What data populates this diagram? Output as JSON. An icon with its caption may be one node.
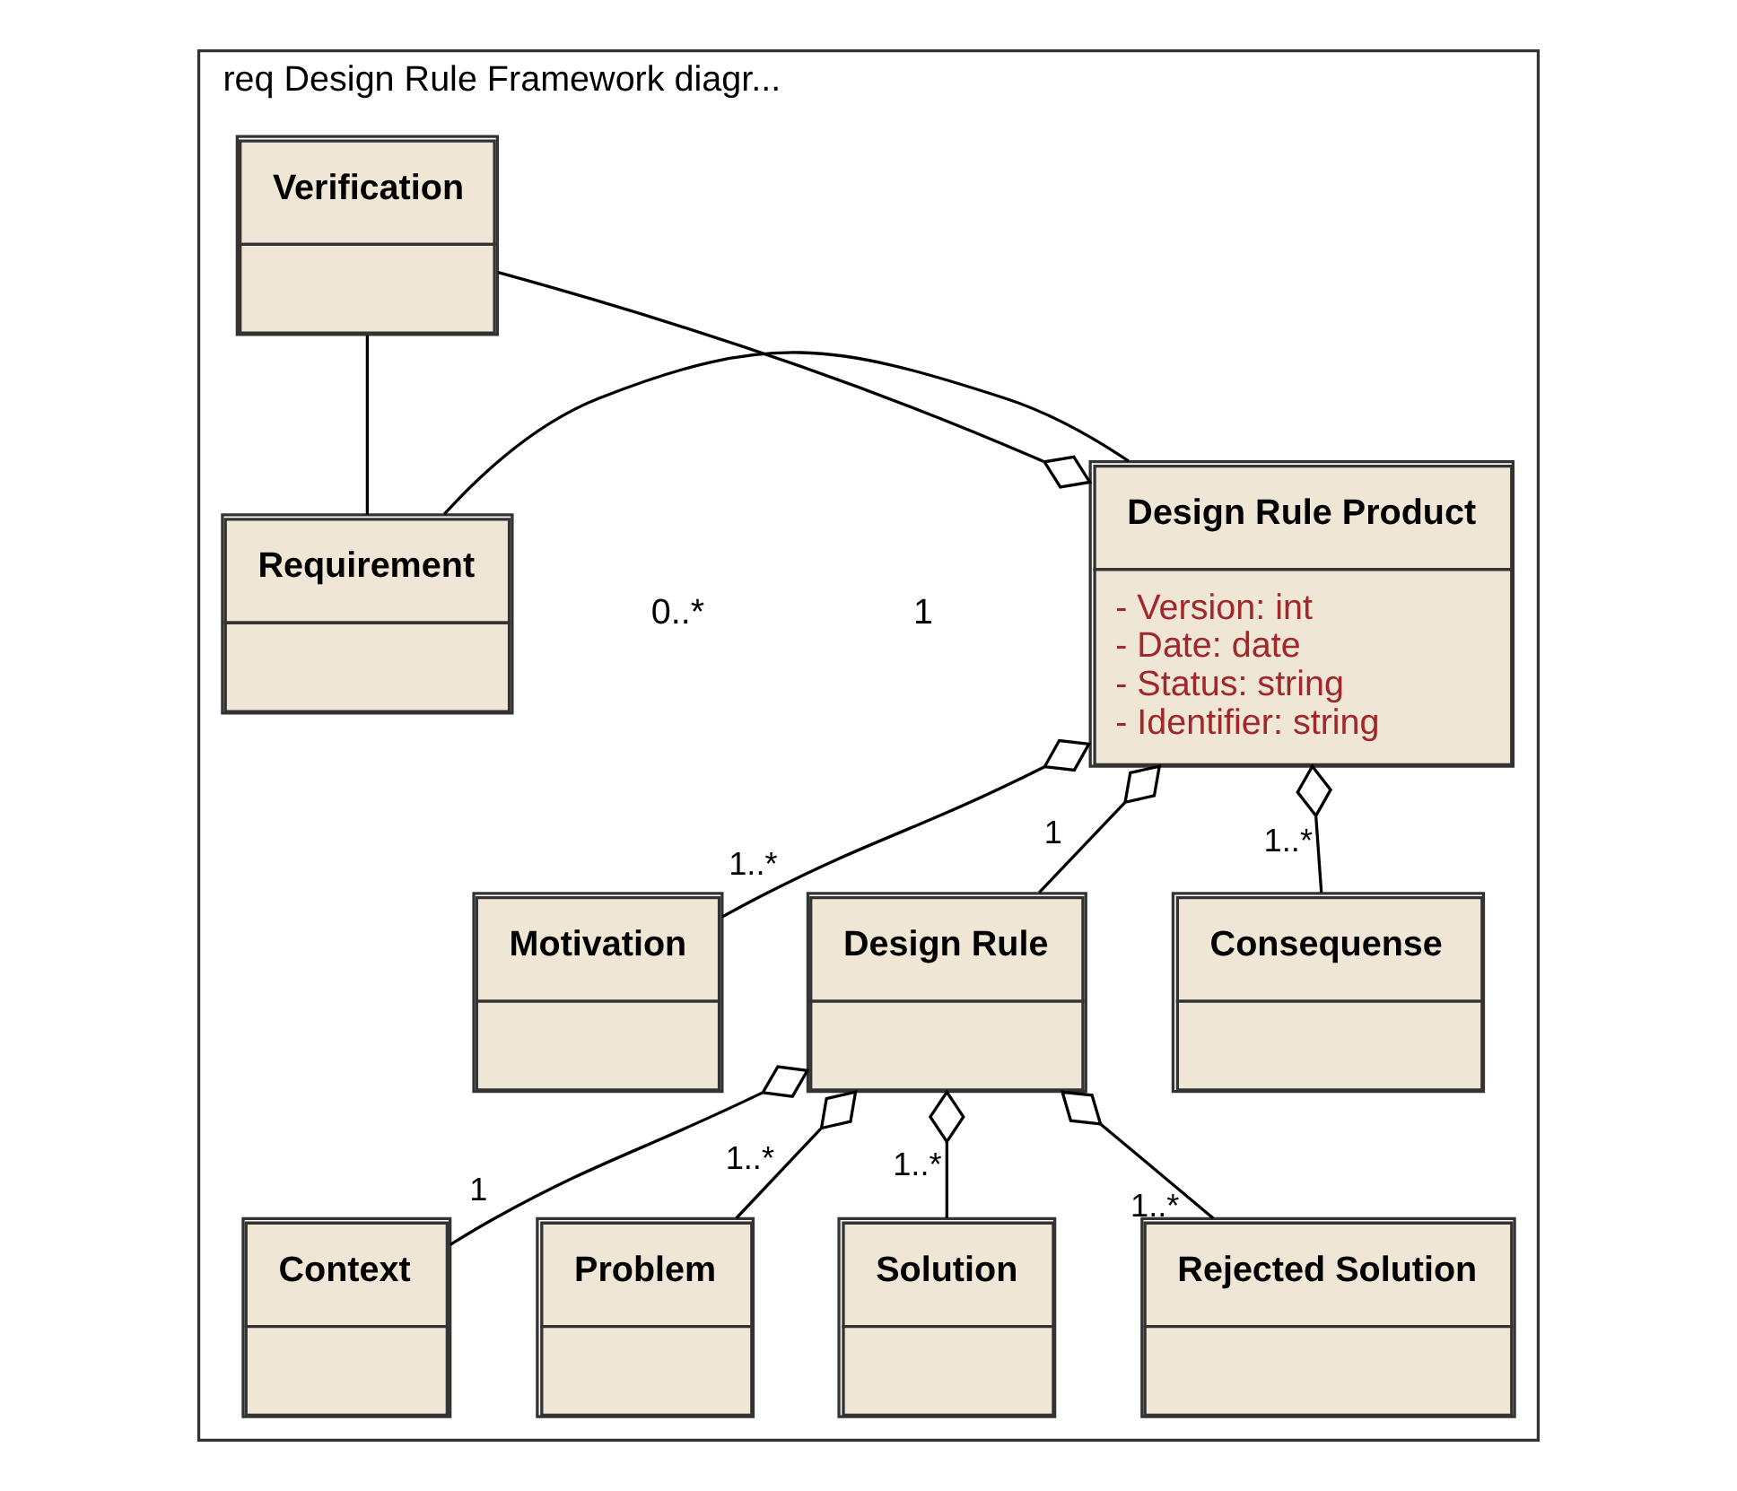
{
  "diagram": {
    "nodes": [
      {
        "text": [
          "req Design Rule Framework diagr..."
        ]
      },
      {
        "text": [
          "Verification"
        ],
        "in": 0
      },
      {
        "text": [
          "Design Rule Product",
          "- Version: int",
          "- Date: date",
          "- Status: string",
          "- Identifier: string"
        ],
        "in": 0
      },
      {
        "text": [
          "Requirement"
        ],
        "in": 0
      },
      {
        "text": [
          "Motivation"
        ],
        "in": 0
      },
      {
        "text": [
          "Design Rule"
        ],
        "in": 0
      },
      {
        "text": [
          "Consequense"
        ],
        "in": 0
      },
      {
        "text": [
          "Context"
        ],
        "in": 0
      },
      {
        "text": [
          "Problem"
        ],
        "in": 0
      },
      {
        "text": [
          "Solution"
        ],
        "in": 0
      },
      {
        "text": [
          "Rejected Solution"
        ],
        "in": 0
      }
    ],
    "edges": [
      {
        "from": 2,
        "to": 1,
        "arrow": "other"
      },
      {
        "from": 1,
        "to": 3,
        "arrow": "none"
      },
      {
        "from": 3,
        "to": 2,
        "arrow": "none"
      },
      {
        "from": 2,
        "to": 4,
        "arrow": "other",
        "label": "1..*"
      },
      {
        "from": 2,
        "to": 5,
        "arrow": "other",
        "label": "1"
      },
      {
        "from": 2,
        "to": 6,
        "arrow": "other",
        "label": "1..*"
      },
      {
        "from": 5,
        "to": 7,
        "arrow": "other",
        "label": "1"
      },
      {
        "from": 5,
        "to": 8,
        "arrow": "other",
        "label": "1..*"
      },
      {
        "from": 5,
        "to": 9,
        "arrow": "other",
        "label": "1..*"
      },
      {
        "from": 5,
        "to": 10,
        "arrow": "other",
        "label": "1..*"
      }
    ],
    "labels": [
      "0..*",
      "1"
    ]
  }
}
